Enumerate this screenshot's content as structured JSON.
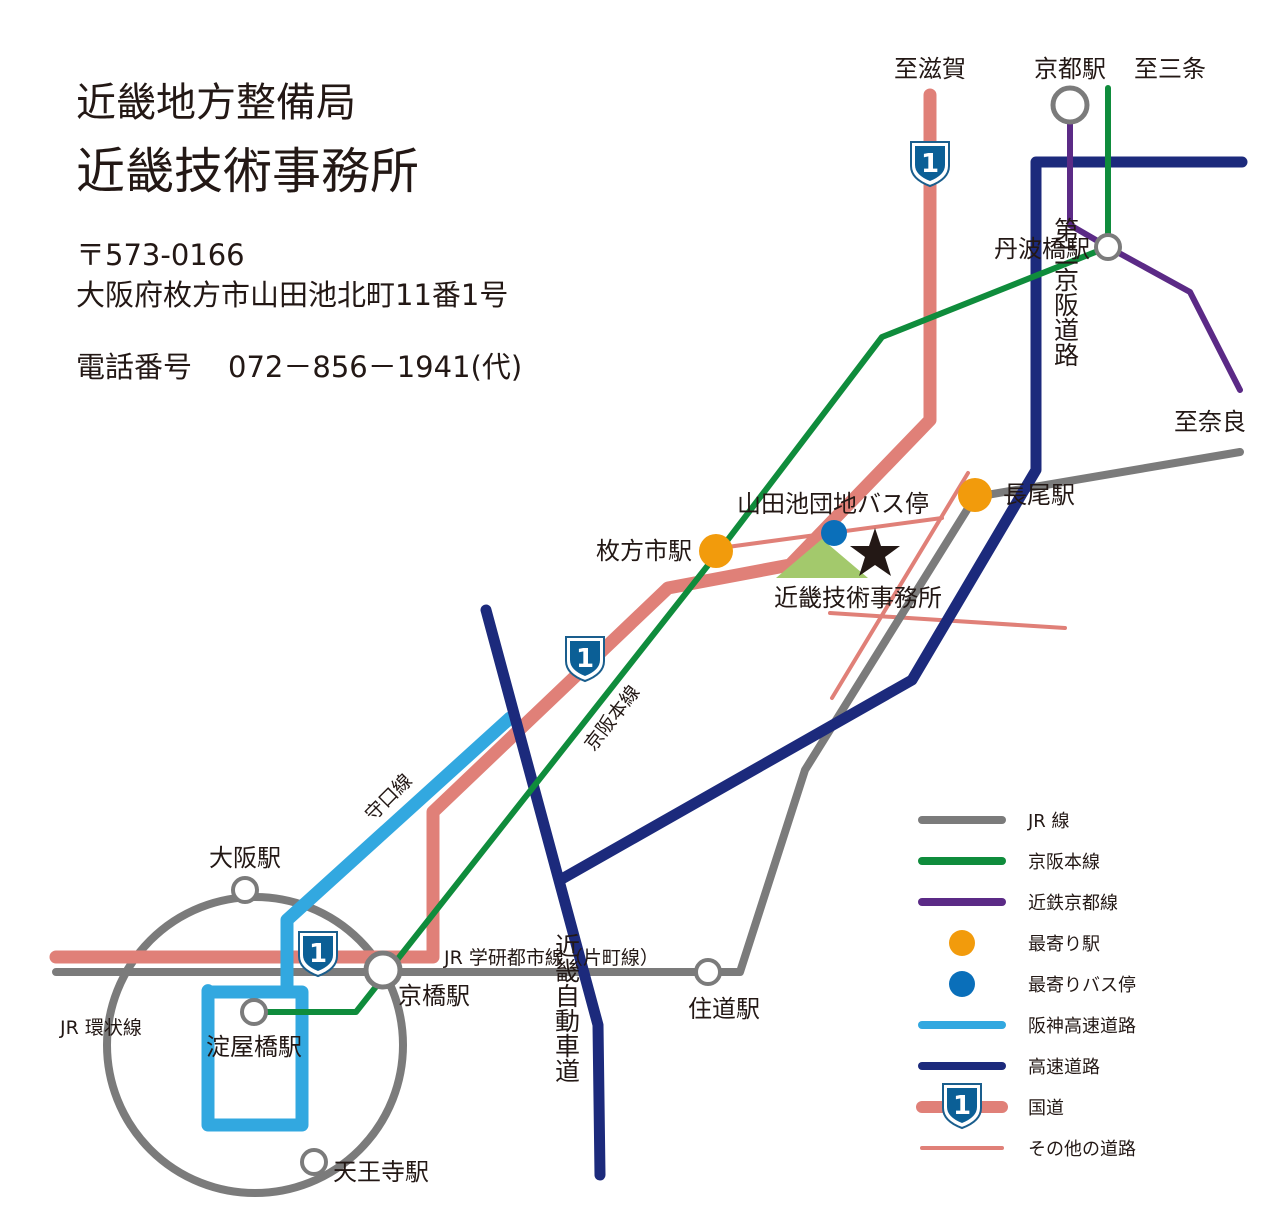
{
  "header": {
    "organization": "近畿地方整備局",
    "office": "近畿技術事務所",
    "postal": "〒573-0166",
    "address": "大阪府枚方市山田池北町11番1号",
    "phone_label": "電話番号",
    "phone_number": "072－856－1941(代)"
  },
  "map": {
    "destinations": {
      "shiga": "至滋賀",
      "sanjo": "至三条",
      "nara": "至奈良"
    },
    "stations": {
      "kyoto": "京都駅",
      "tambabashi": "丹波橋駅",
      "nagao": "長尾駅",
      "hirakatashi": "枚方市駅",
      "osaka": "大阪駅",
      "kyobashi": "京橋駅",
      "yodoyabashi": "淀屋橋駅",
      "tennoji": "天王寺駅",
      "sumimichi": "住道駅"
    },
    "bus_stop": "山田池団地バス停",
    "office_label": "近畿技術事務所",
    "lines": {
      "second_keihan": "第二京阪道路",
      "kinki_expressway": "近畿自動車道",
      "keihan_main": "京阪本線",
      "moriguchi": "守口線",
      "jr_gakkentoshi": "JR 学研都市線（片町線）",
      "jr_loop": "JR 環状線"
    },
    "route_number": "1"
  },
  "legend": {
    "items": [
      {
        "label": "JR 線",
        "kind": "line",
        "color": "#7b7b7b"
      },
      {
        "label": "京阪本線",
        "kind": "line",
        "color": "#0f8c3c"
      },
      {
        "label": "近鉄京都線",
        "kind": "line",
        "color": "#5b2a86"
      },
      {
        "label": "最寄り駅",
        "kind": "dot",
        "color": "#f29b0c"
      },
      {
        "label": "最寄りバス停",
        "kind": "dot",
        "color": "#0a6fba"
      },
      {
        "label": "阪神高速道路",
        "kind": "line",
        "color": "#32a8e0"
      },
      {
        "label": "高速道路",
        "kind": "line",
        "color": "#1c2a7c"
      },
      {
        "label": "国道",
        "kind": "route",
        "color": "#e08078"
      },
      {
        "label": "その他の道路",
        "kind": "thin",
        "color": "#e08078"
      }
    ]
  },
  "colors": {
    "jr": "#7b7b7b",
    "keihan": "#0f8c3c",
    "kintetsu": "#5b2a86",
    "nearest_station": "#f29b0c",
    "nearest_bus": "#0a6fba",
    "hanshin_expressway": "#32a8e0",
    "expressway": "#1c2a7c",
    "national_road": "#e08078",
    "office_area": "#a3c96c",
    "route_shield": "#0b5f96"
  }
}
